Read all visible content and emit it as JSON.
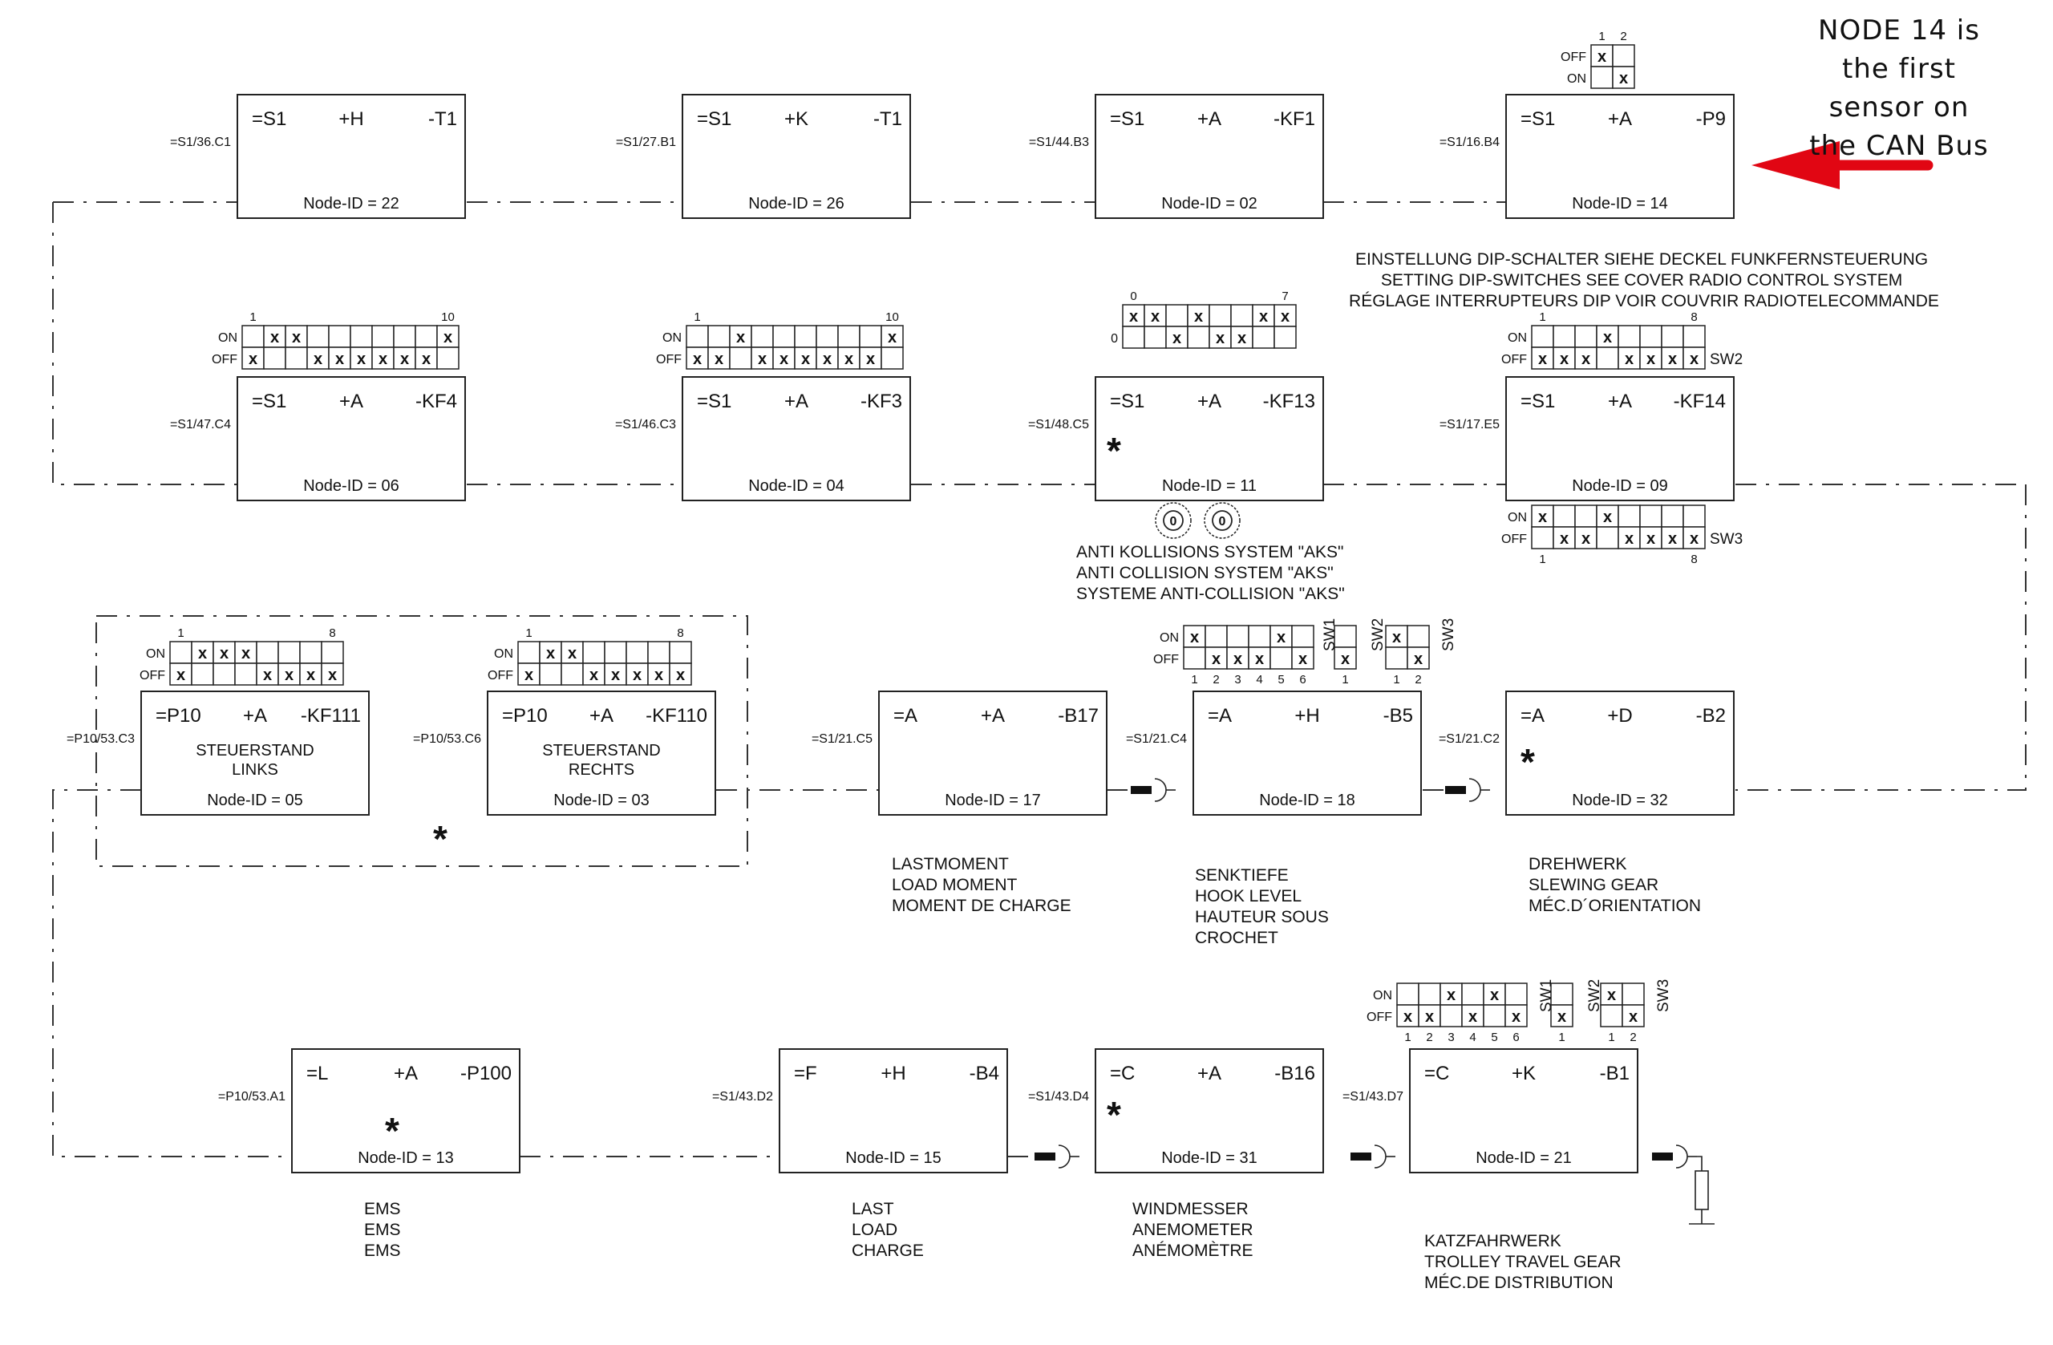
{
  "callout": {
    "lines": [
      "NODE 14 is",
      "the first",
      "sensor on",
      "the CAN Bus"
    ],
    "arrow_color": "#e10613"
  },
  "switch_labels": {
    "on": "ON",
    "off": "OFF",
    "sw1": "SW1",
    "sw2": "SW2",
    "sw3": "SW3",
    "star": "*"
  },
  "notes": {
    "dip_setting": [
      "EINSTELLUNG DIP-SCHALTER SIEHE DECKEL FUNKFERNSTEUERUNG",
      "SETTING DIP-SWITCHES SEE COVER RADIO CONTROL SYSTEM",
      "RÉGLAGE INTERRUPTEURS DIP VOIR COUVRIR RADIOTELECOMMANDE"
    ],
    "aks": [
      "ANTI KOLLISIONS SYSTEM \"AKS\"",
      "ANTI COLLISION SYSTEM \"AKS\"",
      "SYSTEME ANTI-COLLISION \"AKS\""
    ],
    "lastmoment": [
      "LASTMOMENT",
      "LOAD MOMENT",
      "MOMENT DE CHARGE"
    ],
    "senktiefe": [
      "SENKTIEFE",
      "HOOK LEVEL",
      "HAUTEUR SOUS",
      "CROCHET"
    ],
    "drehwerk": [
      "DREHWERK",
      "SLEWING GEAR",
      "MÉC.D´ORIENTATION"
    ],
    "ems": [
      "EMS",
      "EMS",
      "EMS"
    ],
    "last": [
      "LAST",
      "LOAD",
      "CHARGE"
    ],
    "windmesser": [
      "WINDMESSER",
      "ANEMOMETER",
      "ANÉMOMÈTRE"
    ],
    "katz": [
      "KATZFAHRWERK",
      "TROLLEY TRAVEL GEAR",
      "MÉC.DE DISTRIBUTION"
    ]
  },
  "nodes": [
    {
      "id": "t1h",
      "ref": "=S1/36.C1",
      "tag1": "=S1",
      "tag2": "+H",
      "tag3": "-T1",
      "node": "Node-ID = 22"
    },
    {
      "id": "t1k",
      "ref": "=S1/27.B1",
      "tag1": "=S1",
      "tag2": "+K",
      "tag3": "-T1",
      "node": "Node-ID = 26"
    },
    {
      "id": "kf1",
      "ref": "=S1/44.B3",
      "tag1": "=S1",
      "tag2": "+A",
      "tag3": "-KF1",
      "node": "Node-ID = 02"
    },
    {
      "id": "p9",
      "ref": "=S1/16.B4",
      "tag1": "=S1",
      "tag2": "+A",
      "tag3": "-P9",
      "node": "Node-ID = 14"
    },
    {
      "id": "kf4",
      "ref": "=S1/47.C4",
      "tag1": "=S1",
      "tag2": "+A",
      "tag3": "-KF4",
      "node": "Node-ID = 06"
    },
    {
      "id": "kf3",
      "ref": "=S1/46.C3",
      "tag1": "=S1",
      "tag2": "+A",
      "tag3": "-KF3",
      "node": "Node-ID = 04"
    },
    {
      "id": "kf13",
      "ref": "=S1/48.C5",
      "tag1": "=S1",
      "tag2": "+A",
      "tag3": "-KF13",
      "node": "Node-ID = 11"
    },
    {
      "id": "kf14",
      "ref": "=S1/17.E5",
      "tag1": "=S1",
      "tag2": "+A",
      "tag3": "-KF14",
      "node": "Node-ID = 09"
    },
    {
      "id": "kf111",
      "ref": "=P10/53.C3",
      "tag1": "=P10",
      "tag2": "+A",
      "tag3": "-KF111",
      "sub1": "STEUERSTAND",
      "sub2": "LINKS",
      "node": "Node-ID = 05"
    },
    {
      "id": "kf110",
      "ref": "=P10/53.C6",
      "tag1": "=P10",
      "tag2": "+A",
      "tag3": "-KF110",
      "sub1": "STEUERSTAND",
      "sub2": "RECHTS",
      "node": "Node-ID = 03"
    },
    {
      "id": "b17",
      "ref": "=S1/21.C5",
      "tag1": "=A",
      "tag2": "+A",
      "tag3": "-B17",
      "node": "Node-ID = 17"
    },
    {
      "id": "b5",
      "ref": "=S1/21.C4",
      "tag1": "=A",
      "tag2": "+H",
      "tag3": "-B5",
      "node": "Node-ID = 18"
    },
    {
      "id": "b2",
      "ref": "=S1/21.C2",
      "tag1": "=A",
      "tag2": "+D",
      "tag3": "-B2",
      "node": "Node-ID = 32"
    },
    {
      "id": "p100",
      "ref": "=P10/53.A1",
      "tag1": "=L",
      "tag2": "+A",
      "tag3": "-P100",
      "node": "Node-ID = 13"
    },
    {
      "id": "b4",
      "ref": "=S1/43.D2",
      "tag1": "=F",
      "tag2": "+H",
      "tag3": "-B4",
      "node": "Node-ID = 15"
    },
    {
      "id": "b16",
      "ref": "=S1/43.D4",
      "tag1": "=C",
      "tag2": "+A",
      "tag3": "-B16",
      "node": "Node-ID = 31"
    },
    {
      "id": "b1",
      "ref": "=S1/43.D7",
      "tag1": "=C",
      "tag2": "+K",
      "tag3": "-B1",
      "node": "Node-ID = 21"
    }
  ],
  "dips": [
    {
      "id": "p9",
      "cols": 2,
      "left_labels": [
        "OFF",
        "ON"
      ],
      "top_nums": [
        "1",
        "2"
      ],
      "bottom_nums": [],
      "rows": [
        [
          1,
          0
        ],
        [
          0,
          1
        ]
      ]
    },
    {
      "id": "kf4",
      "cols": 10,
      "left_labels": [
        "ON",
        "OFF"
      ],
      "top_nums": [
        "1",
        "",
        "",
        "",
        "",
        "",
        "",
        "",
        "",
        "10"
      ],
      "bottom_nums": [],
      "rows": [
        [
          0,
          1,
          1,
          0,
          0,
          0,
          0,
          0,
          0,
          1
        ],
        [
          1,
          0,
          0,
          1,
          1,
          1,
          1,
          1,
          1,
          0
        ]
      ]
    },
    {
      "id": "kf3",
      "cols": 10,
      "left_labels": [
        "ON",
        "OFF"
      ],
      "top_nums": [
        "1",
        "",
        "",
        "",
        "",
        "",
        "",
        "",
        "",
        "10"
      ],
      "bottom_nums": [],
      "rows": [
        [
          0,
          0,
          1,
          0,
          0,
          0,
          0,
          0,
          0,
          1
        ],
        [
          1,
          1,
          0,
          1,
          1,
          1,
          1,
          1,
          1,
          0
        ]
      ]
    },
    {
      "id": "kf13",
      "cols": 8,
      "left_labels": [
        "",
        "0"
      ],
      "top_nums": [
        "0",
        "",
        "",
        "",
        "",
        "",
        "",
        "7"
      ],
      "bottom_nums": [],
      "rows": [
        [
          1,
          1,
          0,
          1,
          0,
          0,
          1,
          1
        ],
        [
          0,
          0,
          1,
          0,
          1,
          1,
          0,
          0
        ]
      ]
    },
    {
      "id": "kf14sw2",
      "cols": 8,
      "left_labels": [
        "ON",
        "OFF"
      ],
      "top_nums": [
        "1",
        "",
        "",
        "",
        "",
        "",
        "",
        "8"
      ],
      "bottom_nums": [],
      "right": "SW2",
      "rows": [
        [
          0,
          0,
          0,
          1,
          0,
          0,
          0,
          0
        ],
        [
          1,
          1,
          1,
          0,
          1,
          1,
          1,
          1
        ]
      ]
    },
    {
      "id": "kf14sw3",
      "cols": 8,
      "left_labels": [
        "ON",
        "OFF"
      ],
      "top_nums": [],
      "bottom_nums": [
        "1",
        "",
        "",
        "",
        "",
        "",
        "",
        "8"
      ],
      "right": "SW3",
      "rows": [
        [
          1,
          0,
          0,
          1,
          0,
          0,
          0,
          0
        ],
        [
          0,
          1,
          1,
          0,
          1,
          1,
          1,
          1
        ]
      ]
    },
    {
      "id": "kf111",
      "cols": 8,
      "left_labels": [
        "ON",
        "OFF"
      ],
      "top_nums": [
        "1",
        "",
        "",
        "",
        "",
        "",
        "",
        "8"
      ],
      "bottom_nums": [],
      "rows": [
        [
          0,
          1,
          1,
          1,
          0,
          0,
          0,
          0
        ],
        [
          1,
          0,
          0,
          0,
          1,
          1,
          1,
          1
        ]
      ]
    },
    {
      "id": "kf110",
      "cols": 8,
      "left_labels": [
        "ON",
        "OFF"
      ],
      "top_nums": [
        "1",
        "",
        "",
        "",
        "",
        "",
        "",
        "8"
      ],
      "bottom_nums": [],
      "rows": [
        [
          0,
          1,
          1,
          0,
          0,
          0,
          0,
          0
        ],
        [
          1,
          0,
          0,
          1,
          1,
          1,
          1,
          1
        ]
      ]
    },
    {
      "id": "b5sw1",
      "cols": 6,
      "left_labels": [
        "ON",
        "OFF"
      ],
      "top_nums": [],
      "bottom_nums": [
        "1",
        "2",
        "3",
        "4",
        "5",
        "6"
      ],
      "rows": [
        [
          1,
          0,
          0,
          0,
          1,
          0
        ],
        [
          0,
          1,
          1,
          1,
          0,
          1
        ]
      ]
    },
    {
      "id": "b5sw2",
      "cols": 1,
      "left_labels": [
        "",
        ""
      ],
      "top_nums": [],
      "bottom_nums": [
        "1"
      ],
      "rows": [
        [
          0
        ],
        [
          1
        ]
      ]
    },
    {
      "id": "b5sw3",
      "cols": 2,
      "left_labels": [
        "",
        ""
      ],
      "top_nums": [],
      "bottom_nums": [
        "1",
        "2"
      ],
      "rows": [
        [
          1,
          0
        ],
        [
          0,
          1
        ]
      ]
    },
    {
      "id": "b1sw1",
      "cols": 6,
      "left_labels": [
        "ON",
        "OFF"
      ],
      "top_nums": [],
      "bottom_nums": [
        "1",
        "2",
        "3",
        "4",
        "5",
        "6"
      ],
      "rows": [
        [
          0,
          0,
          1,
          0,
          1,
          0
        ],
        [
          1,
          1,
          0,
          1,
          0,
          1
        ]
      ]
    },
    {
      "id": "b1sw2",
      "cols": 1,
      "left_labels": [
        "",
        ""
      ],
      "top_nums": [],
      "bottom_nums": [
        "1"
      ],
      "rows": [
        [
          0
        ],
        [
          1
        ]
      ]
    },
    {
      "id": "b1sw3",
      "cols": 2,
      "left_labels": [
        "",
        ""
      ],
      "top_nums": [],
      "bottom_nums": [
        "1",
        "2"
      ],
      "rows": [
        [
          1,
          0
        ],
        [
          0,
          1
        ]
      ]
    }
  ]
}
